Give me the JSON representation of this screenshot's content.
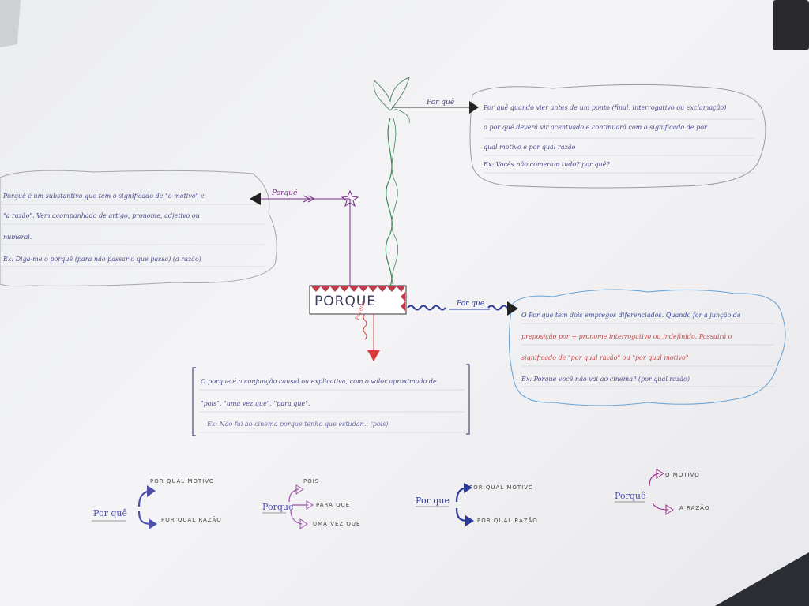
{
  "central": {
    "title": "PORQUE"
  },
  "branches": {
    "top": {
      "label": "Por quê",
      "color": "#3d8a55"
    },
    "left": {
      "label": "Porquê",
      "color": "#7a2a8a"
    },
    "right": {
      "label": "Por que",
      "color": "#2a3a9a"
    },
    "down": {
      "label": "Porque",
      "color": "#d84a4a"
    }
  },
  "cards": {
    "top_right": [
      "Por quê quando vier antes de um ponto (final, interrogativo ou exclamação)",
      "o por quê deverá vir acentuado e continuará com o significado de por",
      "qual motivo e por qual razão",
      "Ex: Vocês não comeram tudo? por quê?"
    ],
    "left": [
      "Porquê é um substantivo que tem o significado de \"o motivo\" e",
      "\"a razão\". Vem acompanhado de artigo, pronome, adjetivo ou",
      "numeral.",
      "Ex: Diga-me o porquê (para não passar o que passa) (a razão)"
    ],
    "right": [
      "O Por que tem dois empregos diferenciados. Quando for a junção da",
      "preposição por + pronome interrogativo ou indefinido. Possuirá o",
      "significado de \"por qual razão\" ou \"por qual motivo\"",
      "Ex: Porque você não vai ao cinema? (por qual razão)"
    ],
    "bottom": [
      "O porque é a conjunção causal ou explicativa, com o valor aproximado de",
      "\"pois\", \"uma vez que\", \"para que\".",
      "Ex: Não fui ao cinema porque tenho que estudar... (pois)"
    ]
  },
  "legend": [
    {
      "word": "Por quê",
      "upper": "POR QUAL MOTIVO",
      "lower": "POR QUAL RAZÃO",
      "color": "#5050a8"
    },
    {
      "word": "Porque",
      "upper": "POIS",
      "middle": "PARA QUE",
      "lower": "UMA VEZ QUE",
      "color": "#a050a8"
    },
    {
      "word": "Por que",
      "upper": "POR QUAL MOTIVO",
      "lower": "POR QUAL RAZÃO",
      "color": "#2a3a9a"
    },
    {
      "word": "Porquê",
      "upper": "O MOTIVO",
      "lower": "A RAZÃO",
      "color": "#a03090"
    }
  ]
}
